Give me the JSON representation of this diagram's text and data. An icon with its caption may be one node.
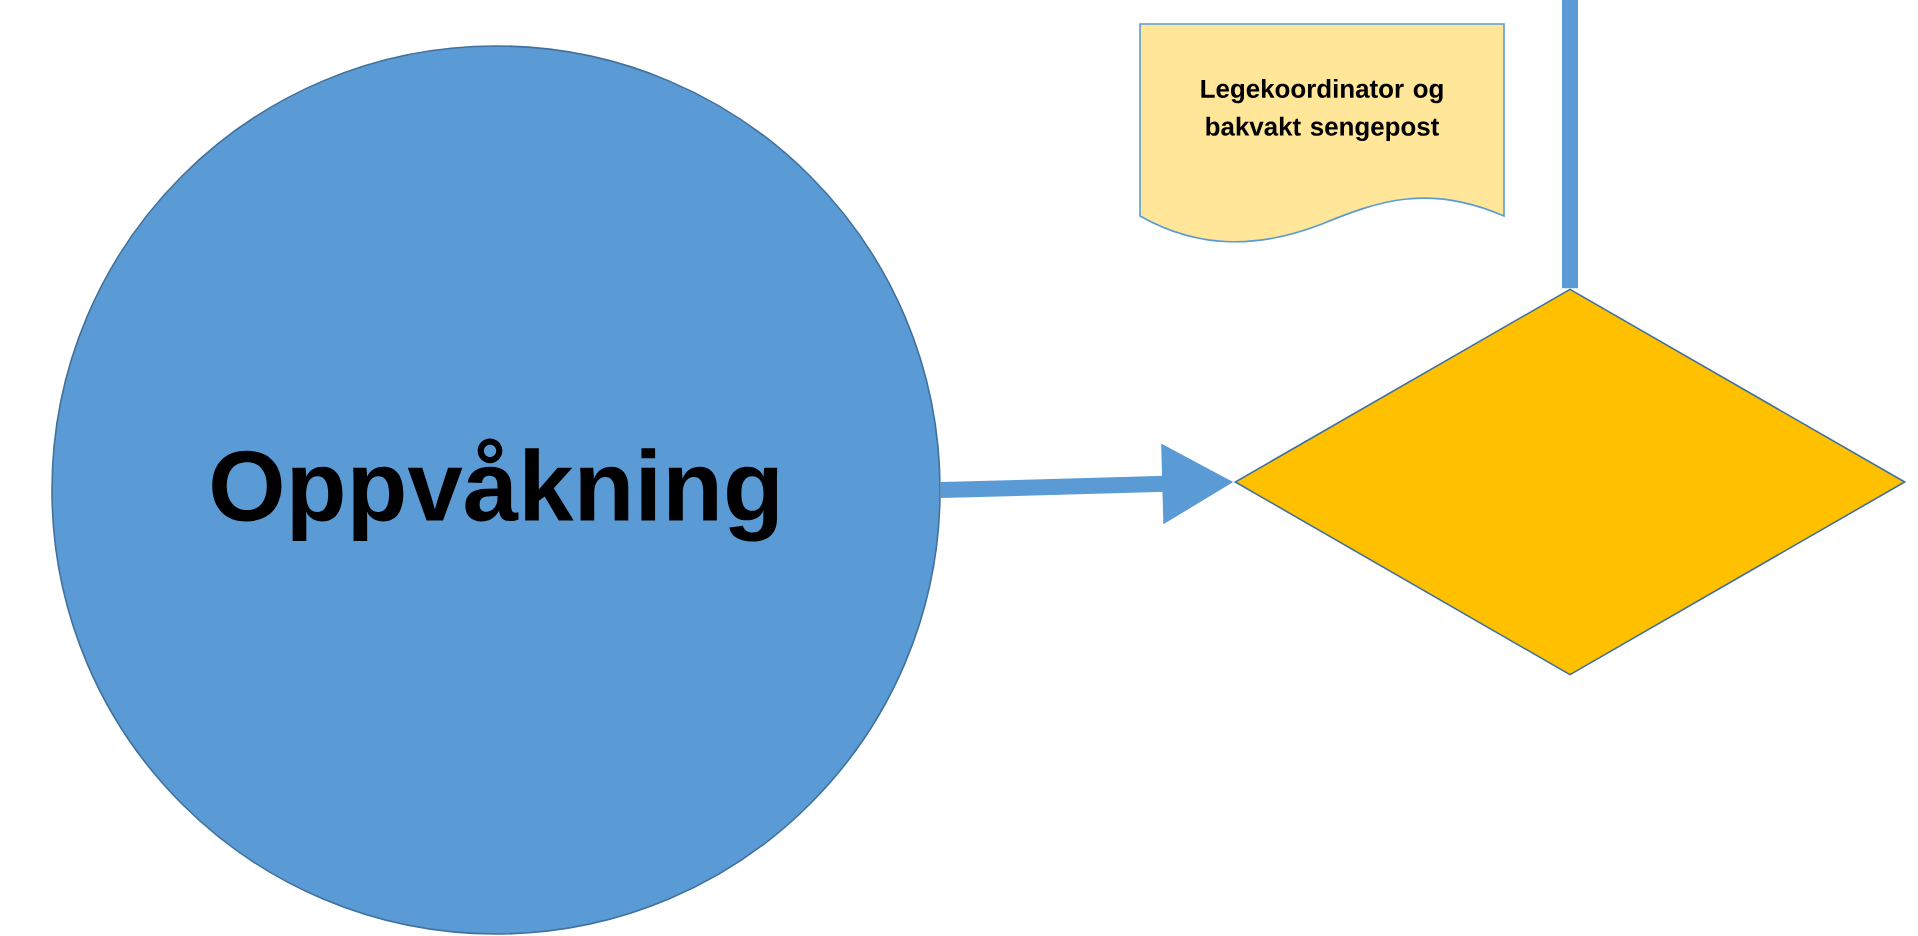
{
  "diagram": {
    "nodes": [
      {
        "text": [
          "Oppvåkning"
        ]
      },
      {
        "text": [
          "Legekoordinator og bakvakt sengepost"
        ]
      },
      {
        "text": [],
        "shape": "diamond"
      }
    ],
    "edges": [
      {
        "from": 0,
        "to": 2,
        "arrow": "to"
      },
      {
        "from": null,
        "to": 2,
        "arrow": "none"
      }
    ]
  }
}
